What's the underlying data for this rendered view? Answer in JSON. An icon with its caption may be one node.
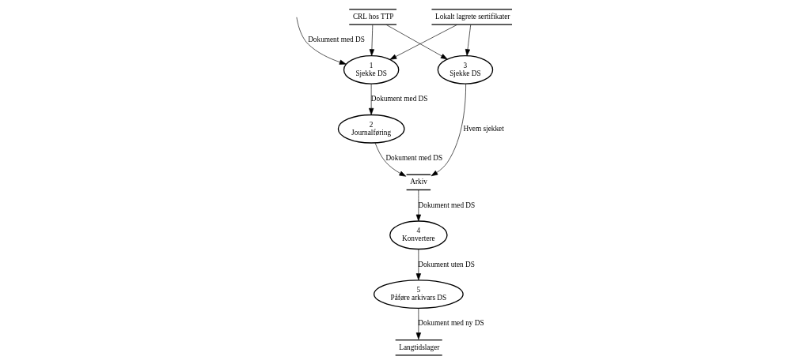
{
  "diagram": {
    "nodes": [
      {
        "text": [
          "Lokalt lagrete sertifikater"
        ]
      },
      {
        "text": [
          "1",
          "Sjekke DS"
        ]
      },
      {
        "text": [
          "3",
          "Sjekke DS"
        ]
      },
      {
        "text": [
          "5",
          "Påføre arkivars DS"
        ]
      },
      {
        "text": [
          "CRL hos TTP"
        ]
      },
      {
        "text": [
          "4",
          "Konvertere"
        ]
      },
      {
        "text": [
          "2",
          "Journalføring"
        ]
      },
      {
        "text": [
          "Arkiv"
        ]
      },
      {
        "text": [
          "Langtidslager"
        ]
      }
    ],
    "edges": [
      {
        "from": null,
        "to": 1,
        "arrow": "to",
        "label": "Dokument med DS"
      },
      {
        "from": 0,
        "to": 1,
        "arrow": "to"
      },
      {
        "from": 0,
        "to": 2,
        "arrow": "to"
      },
      {
        "from": 4,
        "to": 1,
        "arrow": "to"
      },
      {
        "from": 4,
        "to": 2,
        "arrow": "to"
      },
      {
        "from": 1,
        "to": 6,
        "arrow": "to",
        "label": "Dokument med DS"
      },
      {
        "from": 6,
        "to": 7,
        "arrow": "to",
        "label": "Dokument med DS"
      },
      {
        "from": 2,
        "to": 7,
        "arrow": "to",
        "label": "Hvem sjekket"
      },
      {
        "from": 7,
        "to": 5,
        "arrow": "to",
        "label": "Dokument med DS"
      },
      {
        "from": 5,
        "to": 3,
        "arrow": "to",
        "label": "Dokument uten DS"
      },
      {
        "from": 3,
        "to": 8,
        "arrow": "to",
        "label": "Dokument med ny DS"
      }
    ]
  }
}
